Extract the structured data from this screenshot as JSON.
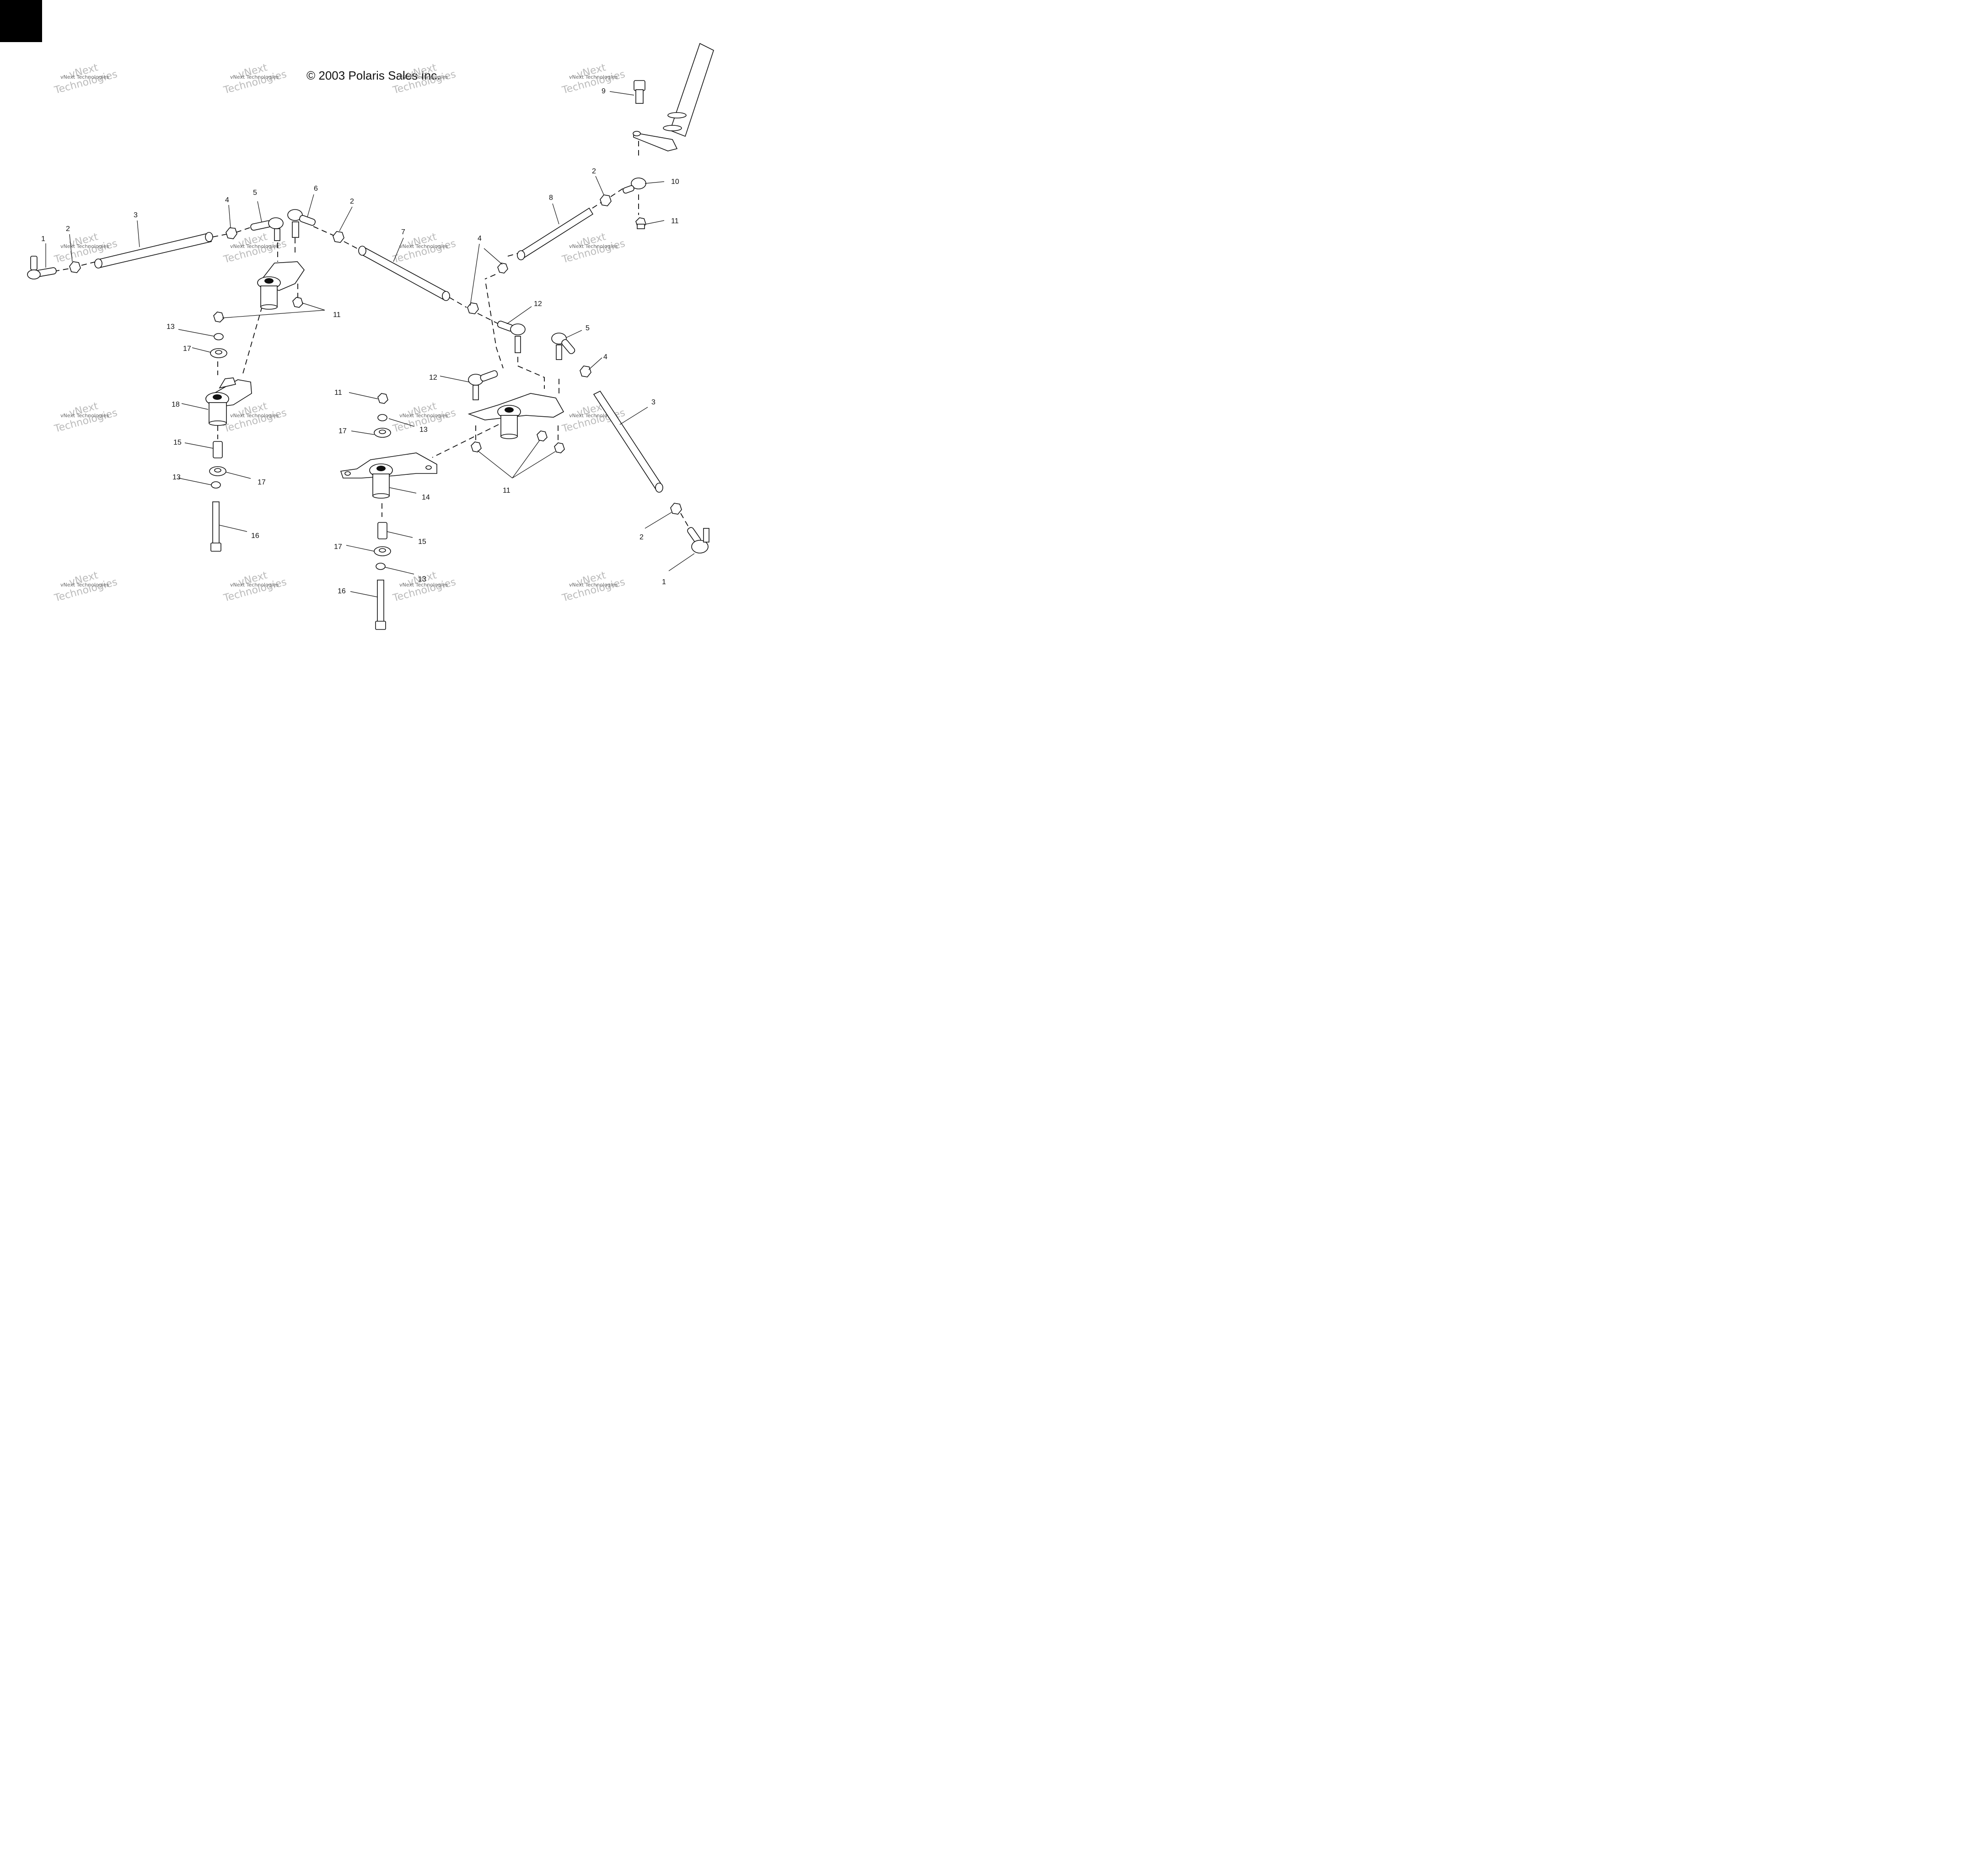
{
  "header": {
    "copyright": "© 2003 Polaris Sales Inc."
  },
  "watermark": {
    "line1": "vNext",
    "line2": "Technologies",
    "small": "vNext Technologies"
  },
  "callouts": [
    "1",
    "2",
    "3",
    "4",
    "5",
    "6",
    "2",
    "7",
    "8",
    "2",
    "9",
    "10",
    "11",
    "4",
    "11",
    "12",
    "13",
    "17",
    "18",
    "15",
    "13",
    "17",
    "16",
    "11",
    "13",
    "17",
    "14",
    "15",
    "17",
    "13",
    "16",
    "12",
    "5",
    "4",
    "3",
    "11",
    "2",
    "1"
  ],
  "colors": {
    "ink": "#111111",
    "watermark": "#bbbbbb",
    "corner": "#000000"
  }
}
